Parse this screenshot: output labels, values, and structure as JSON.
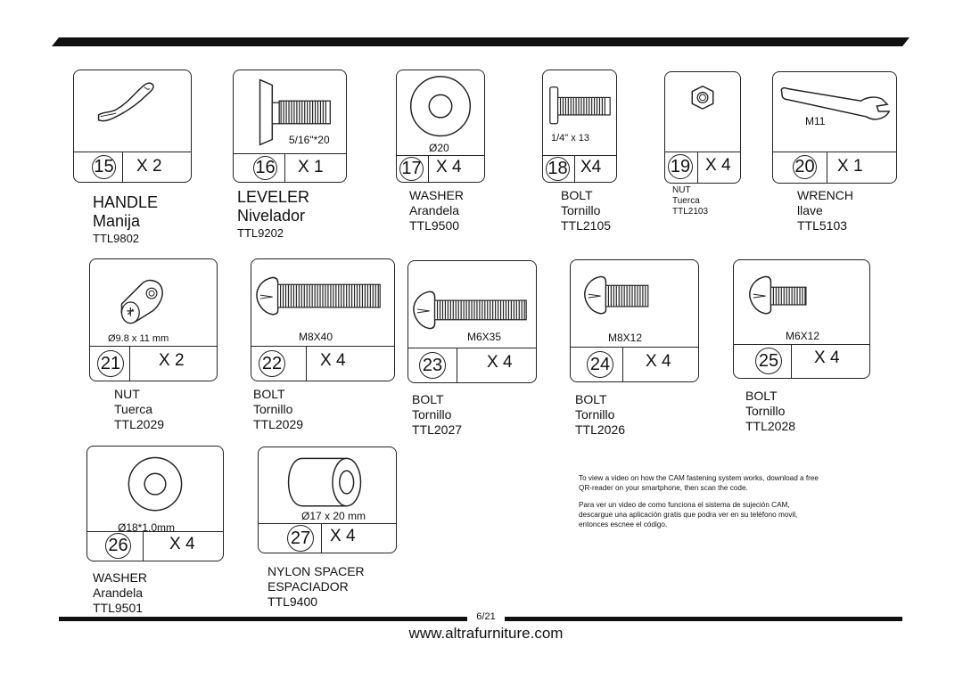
{
  "parts": [
    {
      "num": "15",
      "qty": "X 2",
      "size": "",
      "name": "HANDLE",
      "spanish": "Manija",
      "code": "TTL9802",
      "icon": "handle-icon"
    },
    {
      "num": "16",
      "qty": "X 1",
      "size": "5/16\"*20",
      "name": "LEVELER",
      "spanish": "Nivelador",
      "code": "TTL9202",
      "icon": "leveler-icon"
    },
    {
      "num": "17",
      "qty": "X 4",
      "size": "Ø20",
      "name": "WASHER",
      "spanish": "Arandela",
      "code": "TTL9500",
      "icon": "washer-icon"
    },
    {
      "num": "18",
      "qty": "X4",
      "size": "1/4\" x 13",
      "name": "BOLT",
      "spanish": "Tornillo",
      "code": "TTL2105",
      "icon": "bolt-icon"
    },
    {
      "num": "19",
      "qty": "X 4",
      "size": "",
      "name": "NUT",
      "spanish": "Tuerca",
      "code": "TTL2103",
      "icon": "hex-nut-icon"
    },
    {
      "num": "20",
      "qty": "X 1",
      "size": "M11",
      "name": "WRENCH",
      "spanish": "llave",
      "code": "TTL5103",
      "icon": "wrench-icon"
    },
    {
      "num": "21",
      "qty": "X 2",
      "size": "Ø9.8 x 11 mm",
      "name": "NUT",
      "spanish": "Tuerca",
      "code": "TTL2029",
      "icon": "barrel-nut-icon"
    },
    {
      "num": "22",
      "qty": "X 4",
      "size": "M8X40",
      "name": "BOLT",
      "spanish": "Tornillo",
      "code": "TTL2029",
      "icon": "bolt-icon"
    },
    {
      "num": "23",
      "qty": "X 4",
      "size": "M6X35",
      "name": "BOLT",
      "spanish": "Tornillo",
      "code": "TTL2027",
      "icon": "bolt-icon"
    },
    {
      "num": "24",
      "qty": "X 4",
      "size": "M8X12",
      "name": "BOLT",
      "spanish": "Tornillo",
      "code": "TTL2026",
      "icon": "bolt-icon"
    },
    {
      "num": "25",
      "qty": "X 4",
      "size": "M6X12",
      "name": "BOLT",
      "spanish": "Tornillo",
      "code": "TTL2028",
      "icon": "bolt-icon"
    },
    {
      "num": "26",
      "qty": "X 4",
      "size": "Ø18*1.0mm",
      "name": "WASHER",
      "spanish": "Arandela",
      "code": "TTL9501",
      "icon": "washer-icon"
    },
    {
      "num": "27",
      "qty": "X 4",
      "size": "Ø17 x 20 mm",
      "name": "NYLON SPACER",
      "spanish": "ESPACIADOR",
      "code": "TTL9400",
      "icon": "spacer-icon"
    }
  ],
  "note_en": "To view a video on how the CAM fastening system works, download a free QR-reader on your smartphone, then scan the code.",
  "note_es": "Para ver un video de como funciona el sistema de sujeción CAM, descargue una aplicación gratis que podra ver en su teléfono movil, entonces escnee el código.",
  "page_number": "6/21",
  "website": "www.altrafurniture.com"
}
